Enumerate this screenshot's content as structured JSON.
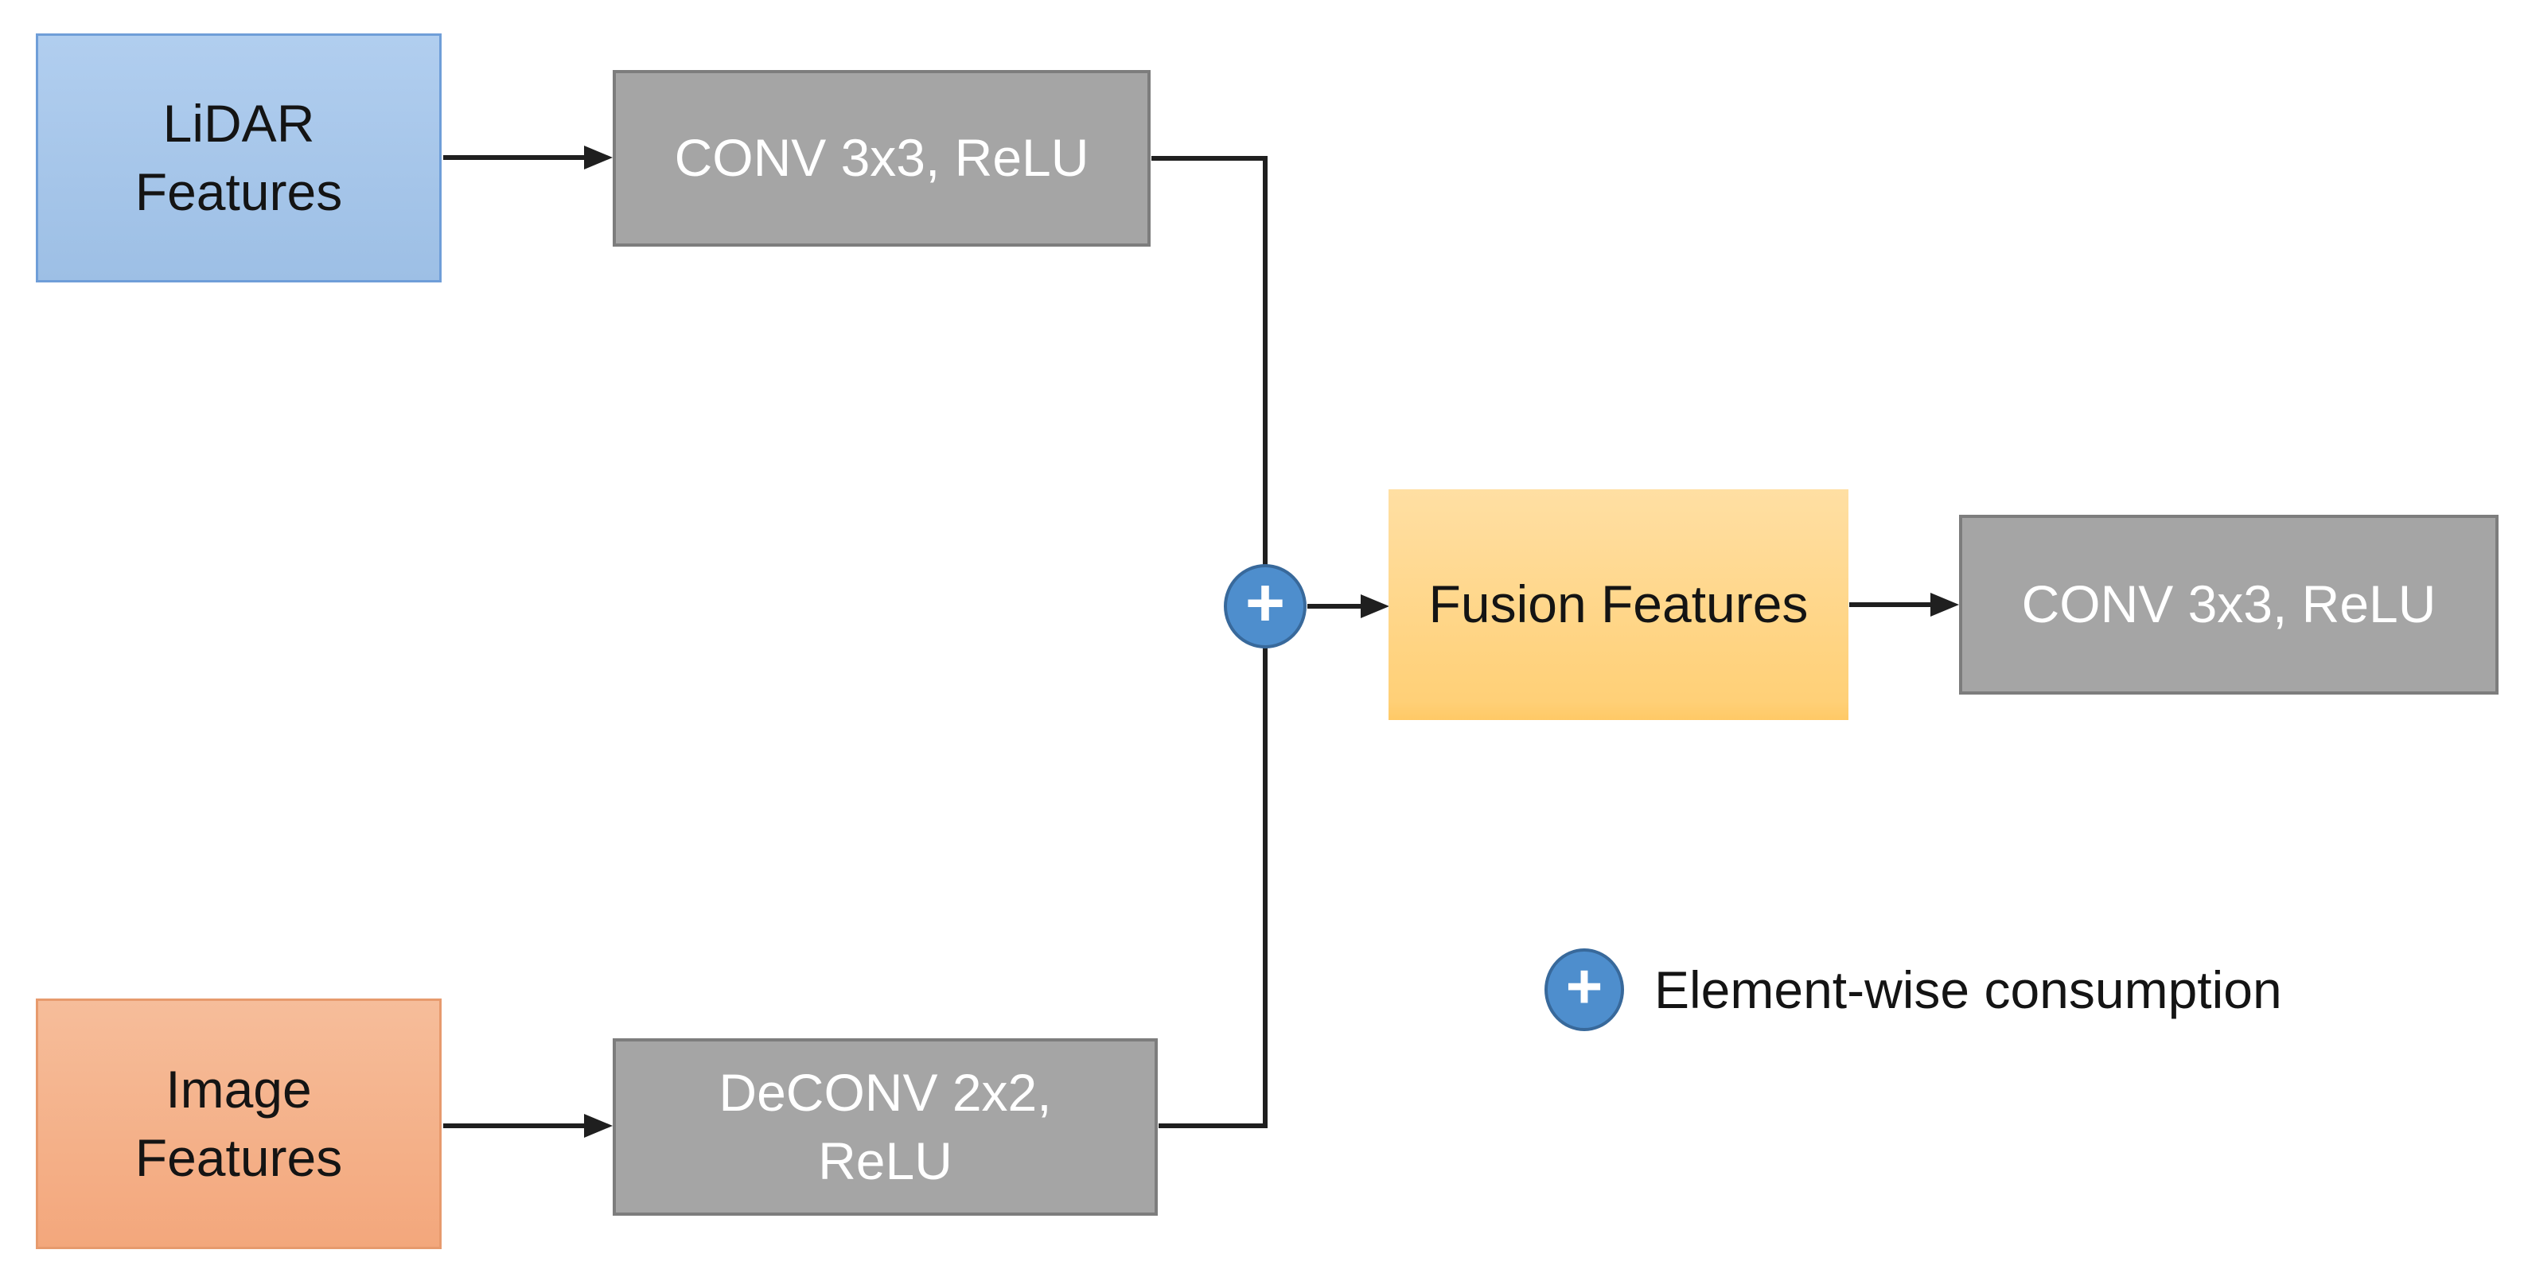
{
  "diagram": {
    "nodes": {
      "lidar_features": {
        "lines": [
          "LiDAR",
          "Features"
        ],
        "fill": "#A8C6E8"
      },
      "conv_top": {
        "label": "CONV 3x3, ReLU",
        "fill": "#A5A5A5"
      },
      "image_features": {
        "lines": [
          "Image",
          "Features"
        ],
        "fill": "#F4B183"
      },
      "deconv": {
        "lines": [
          "DeCONV 2x2,",
          "ReLU"
        ],
        "fill": "#A5A5A5"
      },
      "fusion_features": {
        "label": "Fusion Features",
        "fill": "#FFD98F"
      },
      "conv_right": {
        "label": "CONV 3x3, ReLU",
        "fill": "#A5A5A5"
      }
    },
    "operator": {
      "symbol": "+"
    },
    "legend": {
      "symbol": "+",
      "label": "Element-wise consumption"
    },
    "colors": {
      "operator_fill": "#4E8ECD",
      "operator_border": "#38699B",
      "connector": "#1F1F1F",
      "gray_box_text": "#FFFFFF",
      "dark_text": "#141414"
    }
  }
}
